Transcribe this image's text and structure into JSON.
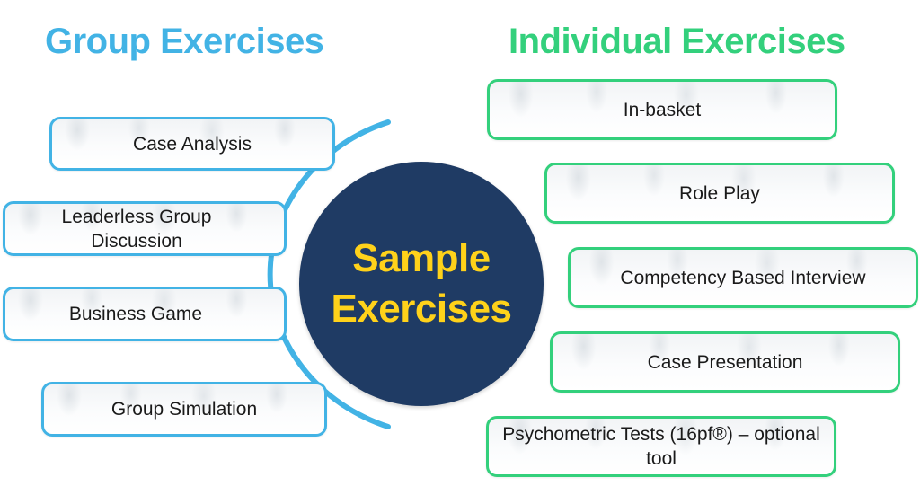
{
  "colors": {
    "group_accent": "#42b3e5",
    "individual_accent": "#33d07c",
    "center_fill": "#1f3b64",
    "center_text": "#ffd21a"
  },
  "group": {
    "heading": "Group Exercises",
    "items": [
      "Case Analysis",
      "Leaderless Group Discussion",
      "Business Game",
      "Group Simulation"
    ]
  },
  "individual": {
    "heading": "Individual Exercises",
    "items": [
      "In-basket",
      "Role Play",
      "Competency Based Interview",
      "Case Presentation",
      "Psychometric Tests (16pf®) – optional tool"
    ]
  },
  "center": {
    "label": "Sample Exercises"
  }
}
